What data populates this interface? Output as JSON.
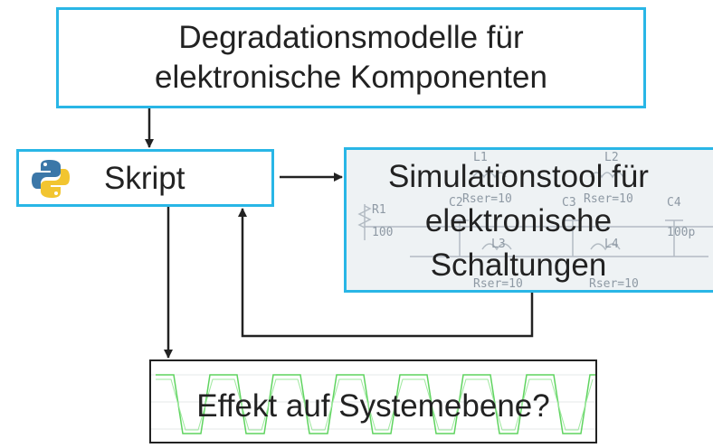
{
  "boxes": {
    "degradation": {
      "line1": "Degradationsmodelle für",
      "line2": "elektronische Komponenten"
    },
    "script": {
      "label": "Skript",
      "icon": "python-logo-icon"
    },
    "simulation": {
      "line1": "Simulationstool für",
      "line2": "elektronische",
      "line3": "Schaltungen"
    },
    "effect": {
      "label": "Effekt auf Systemebene?"
    }
  },
  "schematic": {
    "labels": [
      "L1",
      "L2",
      "Rser=10",
      "Rser=10",
      "C2",
      "C3",
      "C4",
      "R1",
      "100",
      "100p",
      "L3",
      "L4",
      "Rser=10",
      "Rser=10"
    ]
  },
  "colors": {
    "box_border": "#29b6e6",
    "arrow": "#222222",
    "wave": "#5fd45f"
  }
}
